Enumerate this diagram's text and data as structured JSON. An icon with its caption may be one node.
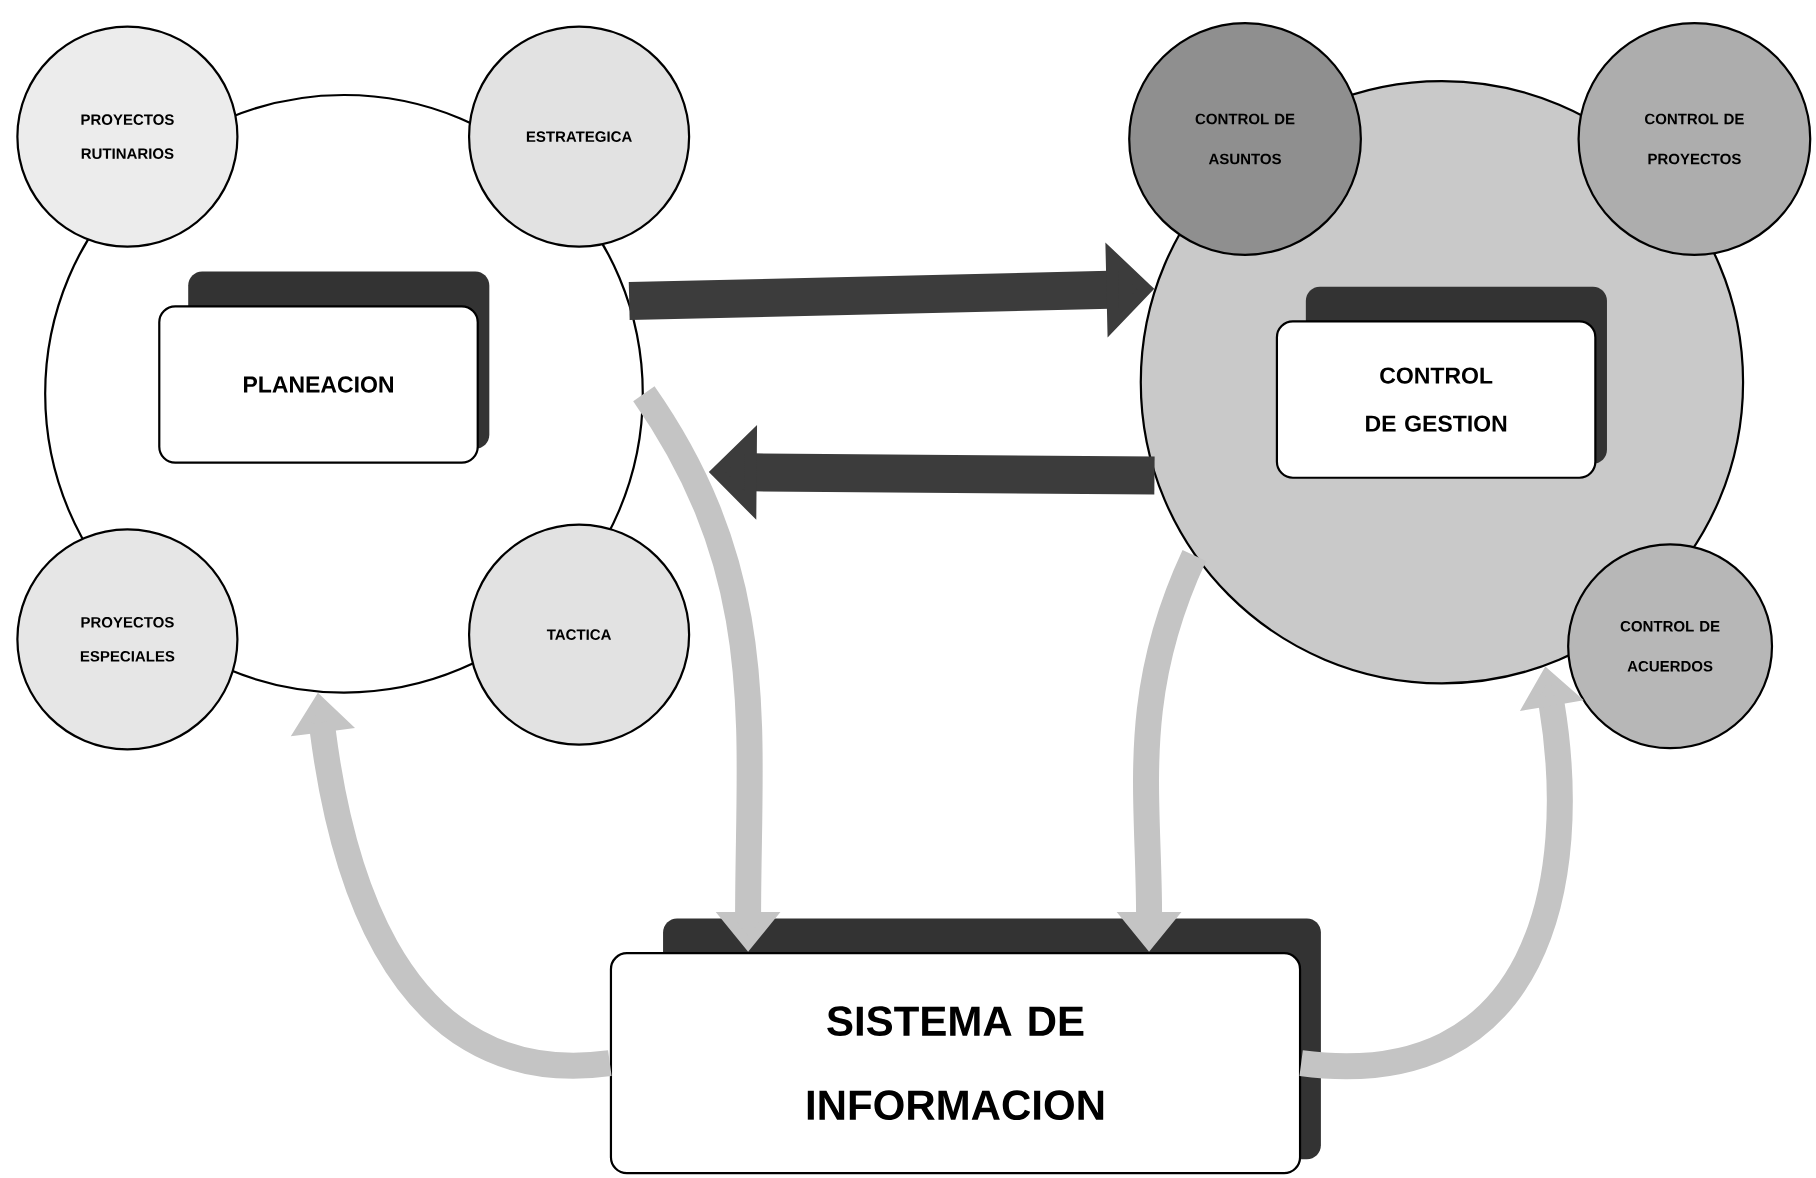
{
  "diagram": {
    "nodes": [
      {
        "text": [],
        "shape": "circle"
      },
      {
        "text": [
          "PROYECTOS RUTINARIOS"
        ]
      },
      {
        "text": [
          "ESTRATEGICA"
        ]
      },
      {
        "text": [
          "PLANEACION"
        ],
        "in": 0
      },
      {
        "text": [
          "PROYECTOS ESPECIALES"
        ]
      },
      {
        "text": [
          "TACTICA"
        ]
      },
      {
        "text": [],
        "shape": "circle"
      },
      {
        "text": [
          "CONTROL DE ASUNTOS"
        ]
      },
      {
        "text": [
          "CONTROL DE PROYECTOS"
        ]
      },
      {
        "text": [
          "CONTROL DE GESTION"
        ],
        "in": 6
      },
      {
        "text": [
          "CONTROL DE ACUERDOS"
        ]
      },
      {
        "text": [
          "SISTEMA DE INFORMACION"
        ]
      }
    ],
    "edges": [
      {
        "from": 0,
        "to": 6,
        "arrow": "to",
        "color": "#3c3c3c"
      },
      {
        "from": 6,
        "to": 0,
        "arrow": "to",
        "color": "#3c3c3c"
      },
      {
        "from": 0,
        "to": 11,
        "arrow": "to"
      },
      {
        "from": 11,
        "to": 0,
        "arrow": "to"
      },
      {
        "from": 6,
        "to": 11,
        "arrow": "to"
      },
      {
        "from": 11,
        "to": 6,
        "arrow": "to"
      }
    ]
  }
}
